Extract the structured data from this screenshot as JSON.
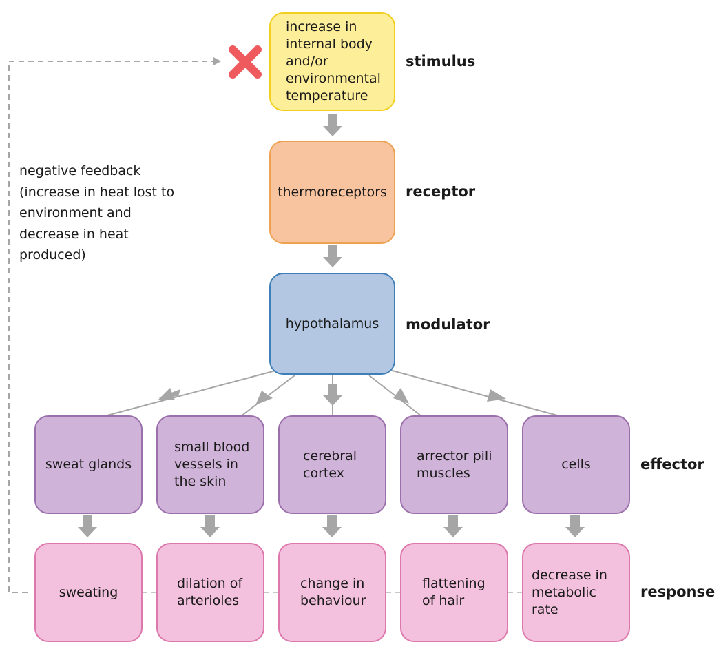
{
  "stimulus": {
    "text": "increase in internal body and/or environmental temperature",
    "label": "stimulus"
  },
  "receptor": {
    "text": "thermoreceptors",
    "label": "receptor"
  },
  "modulator": {
    "text": "hypothalamus",
    "label": "modulator"
  },
  "effector_label": "effector",
  "response_label": "response",
  "effectors": [
    "sweat glands",
    "small blood vessels in the skin",
    "cerebral cortex",
    "arrector pili muscles",
    "cells"
  ],
  "responses": [
    "sweating",
    "dilation of arterioles",
    "change in behaviour",
    "flattening of hair",
    "decrease in metabolic rate"
  ],
  "feedback": {
    "text": "negative feedback (increase in heat lost to environment and decrease in heat produced)"
  },
  "colors": {
    "stimulus": "#fdee99",
    "receptor": "#f8c39f",
    "modulator": "#b3c7e2",
    "effector": "#d0b3d8",
    "response": "#f3c0dd",
    "arrow": "#a6a6a6",
    "cross": "#ef5a5e"
  }
}
